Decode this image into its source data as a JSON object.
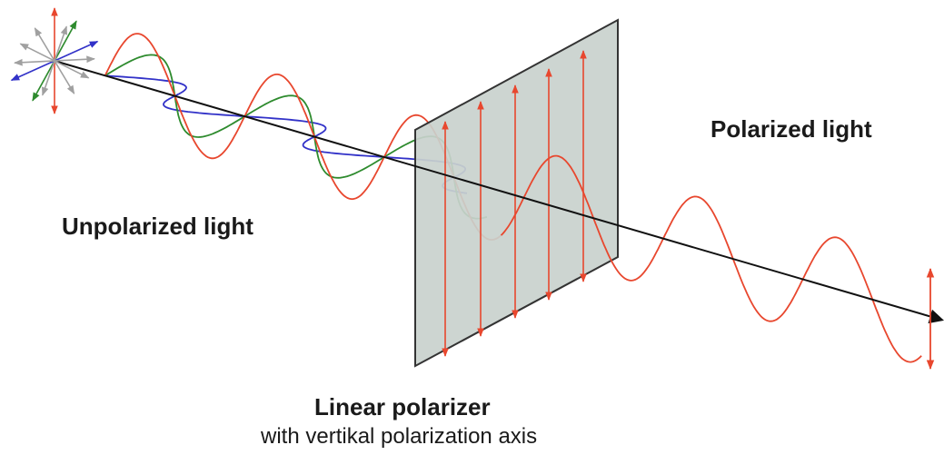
{
  "labels": {
    "unpolarized": "Unpolarized light",
    "polarized": "Polarized light",
    "polarizer_title": "Linear polarizer",
    "polarizer_subtitle": "with vertikal polarization axis"
  },
  "colors": {
    "vertical_wave": "#e8472e",
    "green_wave": "#2e8b2e",
    "blue_wave": "#3232c8",
    "gray_arrow": "#a0a0a0",
    "axis": "#111111",
    "polarizer_fill": "#c9d1cd",
    "polarizer_stroke": "#333333"
  }
}
